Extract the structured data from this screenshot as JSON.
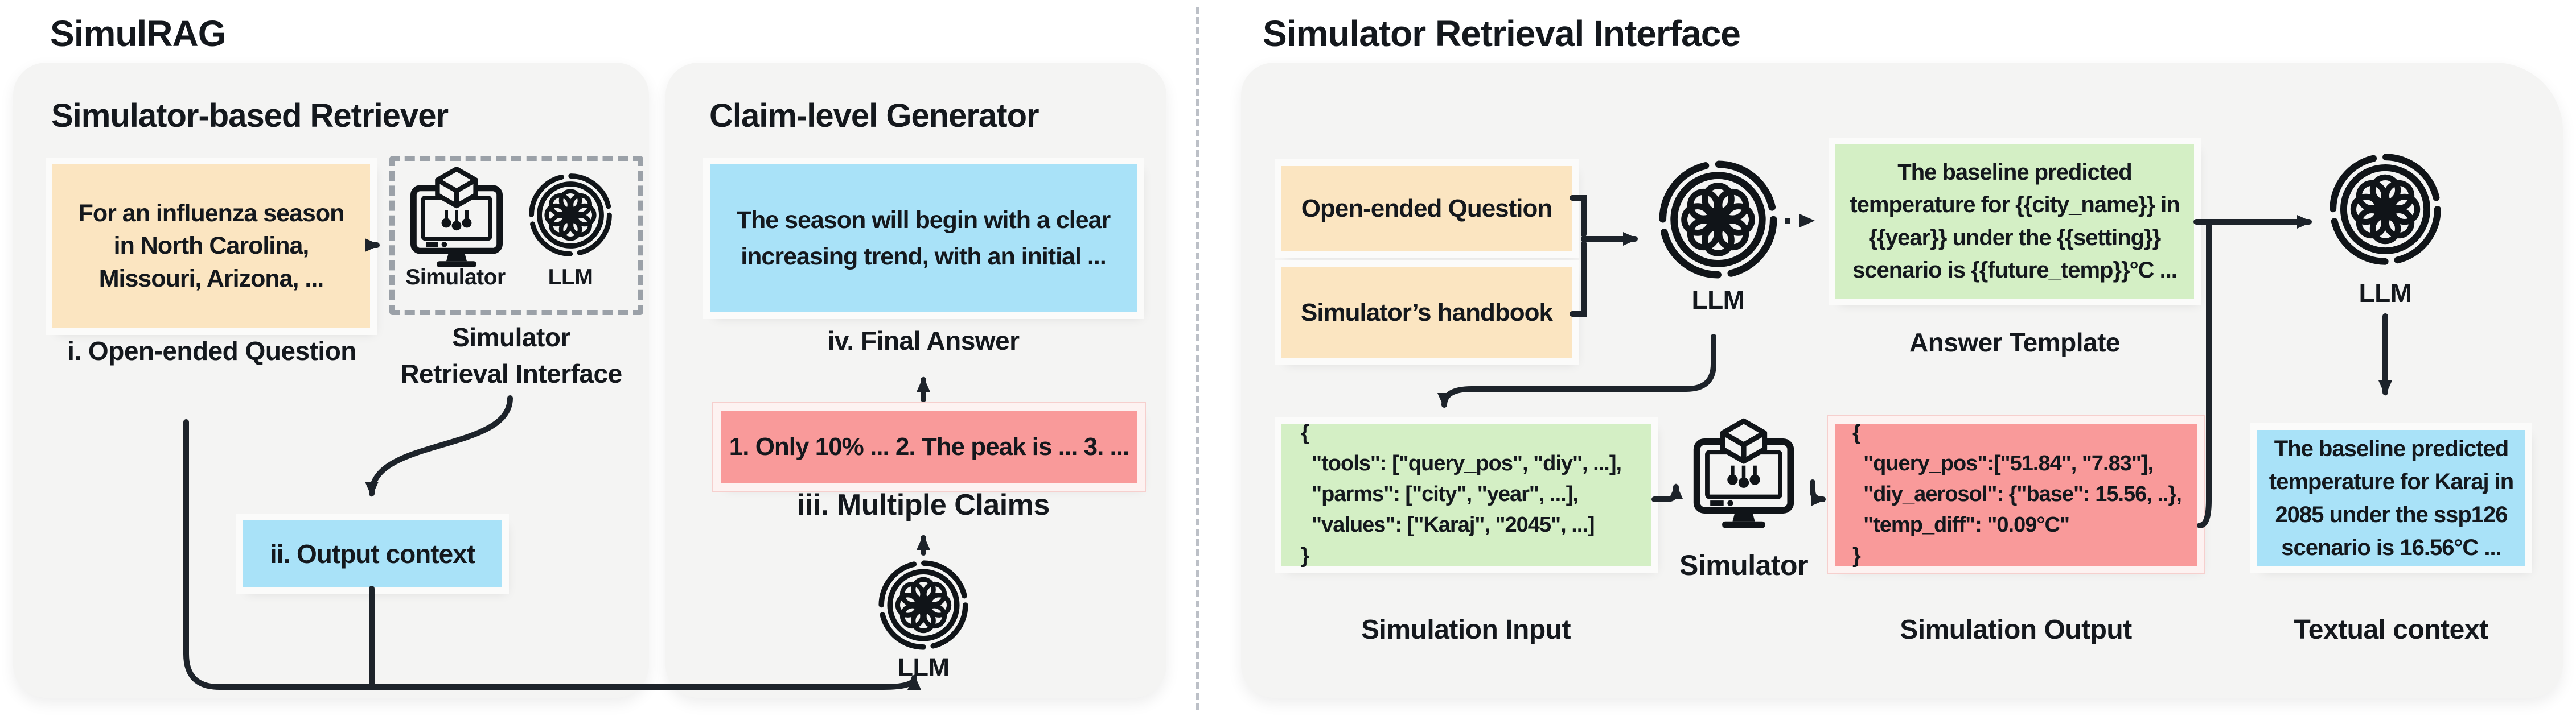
{
  "page": {
    "title_left": "SimulRAG",
    "title_right": "Simulator Retrieval Interface"
  },
  "colors": {
    "panel_bg": "#f4f4f3",
    "orange_box": "#fbe5c1",
    "blue_box": "#a9e2f8",
    "green_box": "#d4efc5",
    "red_box": "#f99a9a",
    "line": "#1d232a"
  },
  "left_panel": {
    "heading": "Simulator-based Retriever",
    "question_box": {
      "lines": [
        "For an influenza season",
        "in North Carolina,",
        "Missouri, Arizona, ..."
      ],
      "caption": "i. Open-ended Question"
    },
    "interface_box": {
      "simulator_label": "Simulator",
      "llm_label": "LLM",
      "caption_line1": "Simulator",
      "caption_line2": "Retrieval Interface"
    },
    "output_context_box": {
      "label": "ii. Output context"
    }
  },
  "generator_panel": {
    "heading": "Claim-level Generator",
    "final_answer_box": {
      "lines": [
        "The season will begin with a clear",
        "increasing trend, with an initial ..."
      ],
      "caption": "iv. Final Answer"
    },
    "claims_box": {
      "text": "1. Only 10% ... 2. The peak is ... 3. ...",
      "caption": "iii. Multiple Claims"
    },
    "llm_label": "LLM"
  },
  "interface_panel": {
    "question_box": {
      "label": "Open-ended Question"
    },
    "handbook_box": {
      "label": "Simulator’s handbook"
    },
    "llm1_label": "LLM",
    "answer_template_box": {
      "lines": [
        "The baseline predicted",
        "temperature for {{city_name}} in",
        "{{year}} under the {{setting}}",
        "scenario is {{future_temp}}°C ..."
      ],
      "caption": "Answer Template"
    },
    "llm2_label": "LLM",
    "simulation_input_box": {
      "lines": [
        "{",
        "  \"tools\": [\"query_pos\", \"diy\", ...],",
        "  \"parms\": [\"city\", \"year\", ...],",
        "  \"values\": [\"Karaj\", \"2045\", ...]",
        "}"
      ],
      "caption": "Simulation Input"
    },
    "simulator_label": "Simulator",
    "simulation_output_box": {
      "lines": [
        "{",
        "  \"query_pos\":[\"51.84\", \"7.83\"],",
        "  \"diy_aerosol\": {\"base\": 15.56, ..},",
        "  \"temp_diff\": \"0.09°C\"",
        "}"
      ],
      "caption": "Simulation Output"
    },
    "textual_context_box": {
      "lines": [
        "The baseline predicted",
        "temperature for Karaj in",
        "2085 under the ssp126",
        "scenario is 16.56°C ..."
      ],
      "caption": "Textual context"
    }
  }
}
